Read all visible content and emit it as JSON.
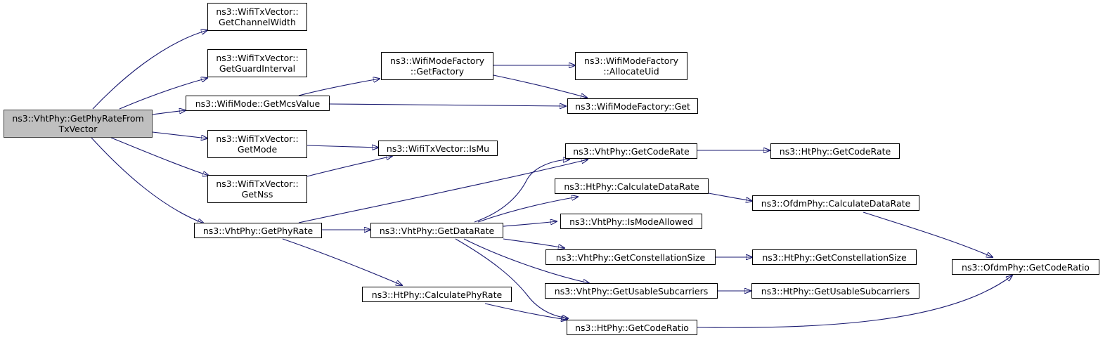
{
  "graph": {
    "edge_color": "#191970",
    "root_fill": "#bfbfbf",
    "nodes": {
      "getphyratefromtxvector": {
        "line1": "ns3::VhtPhy::GetPhyRateFrom",
        "line2": "TxVector"
      },
      "getchannelwidth": {
        "line1": "ns3::WifiTxVector::",
        "line2": "GetChannelWidth"
      },
      "getguardinterval": {
        "line1": "ns3::WifiTxVector::",
        "line2": "GetGuardInterval"
      },
      "getmcsvalue": {
        "line1": "ns3::WifiMode::GetMcsValue"
      },
      "getmode": {
        "line1": "ns3::WifiTxVector::",
        "line2": "GetMode"
      },
      "getnss": {
        "line1": "ns3::WifiTxVector::",
        "line2": "GetNss"
      },
      "vht_getphyrate": {
        "line1": "ns3::VhtPhy::GetPhyRate"
      },
      "getfactory": {
        "line1": "ns3::WifiModeFactory",
        "line2": "::GetFactory"
      },
      "allocateuid": {
        "line1": "ns3::WifiModeFactory",
        "line2": "::AllocateUid"
      },
      "factory_get": {
        "line1": "ns3::WifiModeFactory::Get"
      },
      "ismu": {
        "line1": "ns3::WifiTxVector::IsMu"
      },
      "vht_getdatarate": {
        "line1": "ns3::VhtPhy::GetDataRate"
      },
      "ht_calculatephyrate": {
        "line1": "ns3::HtPhy::CalculatePhyRate"
      },
      "vht_getcoderate": {
        "line1": "ns3::VhtPhy::GetCodeRate"
      },
      "ht_calculatedatarate": {
        "line1": "ns3::HtPhy::CalculateDataRate"
      },
      "vht_ismodeallowed": {
        "line1": "ns3::VhtPhy::IsModeAllowed"
      },
      "vht_getconstellationsize": {
        "line1": "ns3::VhtPhy::GetConstellationSize"
      },
      "vht_getusablesubcarriers": {
        "line1": "ns3::VhtPhy::GetUsableSubcarriers"
      },
      "ht_getcoderatio": {
        "line1": "ns3::HtPhy::GetCodeRatio"
      },
      "ht_getcoderate": {
        "line1": "ns3::HtPhy::GetCodeRate"
      },
      "ofdm_calculatedatarate": {
        "line1": "ns3::OfdmPhy::CalculateDataRate"
      },
      "ht_getconstellationsize": {
        "line1": "ns3::HtPhy::GetConstellationSize"
      },
      "ht_getusablesubcarriers": {
        "line1": "ns3::HtPhy::GetUsableSubcarriers"
      },
      "ofdm_getcoderatio": {
        "line1": "ns3::OfdmPhy::GetCodeRatio"
      }
    }
  }
}
